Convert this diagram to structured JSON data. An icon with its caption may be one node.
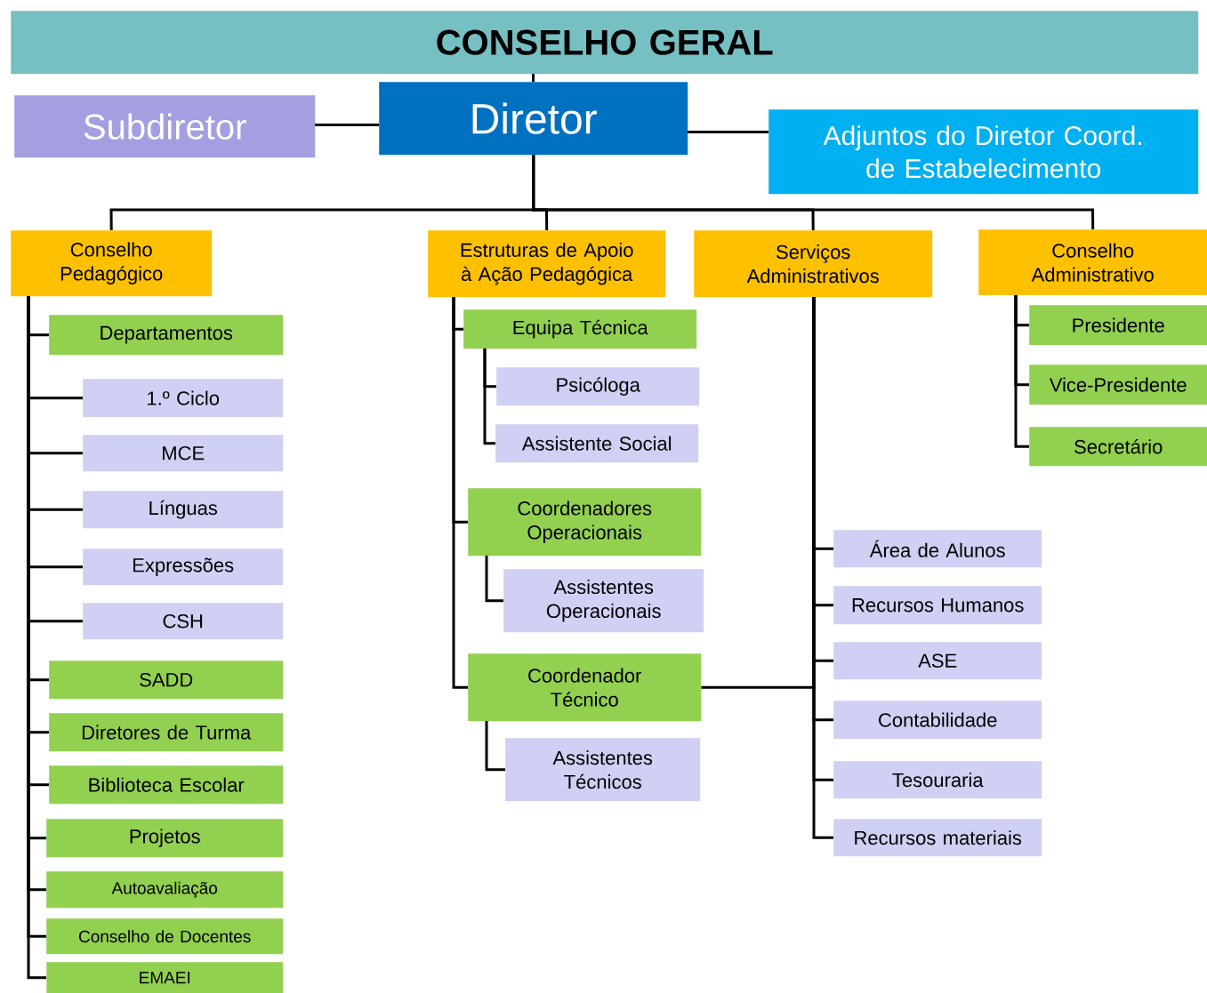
{
  "diagram": {
    "nodes": [
      {
        "text": [
          "CONSELHO GERAL"
        ]
      },
      {
        "text": [
          "Subdiretor"
        ]
      },
      {
        "text": [
          "Diretor"
        ]
      },
      {
        "text": [
          "Adjuntos do Diretor Coord. de Estabelecimento"
        ]
      },
      {
        "text": [
          "Conselho Pedagógico"
        ]
      },
      {
        "text": [
          "Estruturas de  Apoio à Ação Pedagógica"
        ]
      },
      {
        "text": [
          "Serviços Administrativos"
        ]
      },
      {
        "text": [
          "Conselho Administrativo"
        ]
      },
      {
        "text": [
          "Departamentos"
        ]
      },
      {
        "text": [
          "1.º Ciclo"
        ]
      },
      {
        "text": [
          "MCE"
        ]
      },
      {
        "text": [
          "Línguas"
        ]
      },
      {
        "text": [
          "Expressões"
        ]
      },
      {
        "text": [
          "CSH"
        ]
      },
      {
        "text": [
          "SADD"
        ]
      },
      {
        "text": [
          "Diretores de Turma"
        ]
      },
      {
        "text": [
          "Biblioteca Escolar"
        ]
      },
      {
        "text": [
          "Projetos"
        ]
      },
      {
        "text": [
          "Autoavaliação"
        ]
      },
      {
        "text": [
          "Conselho de Docentes"
        ]
      },
      {
        "text": [
          "EMAEI"
        ]
      },
      {
        "text": [
          "Equipa Técnica"
        ]
      },
      {
        "text": [
          "Psicóloga"
        ]
      },
      {
        "text": [
          "Assistente Social"
        ]
      },
      {
        "text": [
          "Coordenadores Operacionais"
        ]
      },
      {
        "text": [
          "Assistentes Operacionais"
        ]
      },
      {
        "text": [
          "Coordenador Técnico"
        ]
      },
      {
        "text": [
          "Assistentes Técnicos"
        ]
      },
      {
        "text": [
          "Área de Alunos"
        ]
      },
      {
        "text": [
          "Recursos Humanos"
        ]
      },
      {
        "text": [
          "ASE"
        ]
      },
      {
        "text": [
          "Contabilidade"
        ]
      },
      {
        "text": [
          "Tesouraria"
        ]
      },
      {
        "text": [
          "Recursos materiais"
        ]
      },
      {
        "text": [
          "Presidente"
        ]
      },
      {
        "text": [
          "Vice-Presidente"
        ]
      },
      {
        "text": [
          "Secretário"
        ]
      }
    ],
    "edges": [
      {
        "from": 0,
        "to": 2,
        "arrow": "none"
      },
      {
        "from": 2,
        "to": 1,
        "arrow": "none"
      },
      {
        "from": 2,
        "to": 3,
        "arrow": "none"
      },
      {
        "from": 2,
        "to": 4,
        "arrow": "none"
      },
      {
        "from": 2,
        "to": 5,
        "arrow": "none"
      },
      {
        "from": 2,
        "to": 6,
        "arrow": "none"
      },
      {
        "from": 2,
        "to": 7,
        "arrow": "none"
      },
      {
        "from": 4,
        "to": 8,
        "arrow": "none"
      },
      {
        "from": 4,
        "to": 9,
        "arrow": "none"
      },
      {
        "from": 4,
        "to": 10,
        "arrow": "none"
      },
      {
        "from": 4,
        "to": 11,
        "arrow": "none"
      },
      {
        "from": 4,
        "to": 12,
        "arrow": "none"
      },
      {
        "from": 4,
        "to": 13,
        "arrow": "none"
      },
      {
        "from": 4,
        "to": 14,
        "arrow": "none"
      },
      {
        "from": 4,
        "to": 15,
        "arrow": "none"
      },
      {
        "from": 4,
        "to": 16,
        "arrow": "none"
      },
      {
        "from": 4,
        "to": 17,
        "arrow": "none"
      },
      {
        "from": 4,
        "to": 18,
        "arrow": "none"
      },
      {
        "from": 4,
        "to": 19,
        "arrow": "none"
      },
      {
        "from": 4,
        "to": 20,
        "arrow": "none"
      },
      {
        "from": 5,
        "to": 21,
        "arrow": "none"
      },
      {
        "from": 21,
        "to": 22,
        "arrow": "none"
      },
      {
        "from": 21,
        "to": 23,
        "arrow": "none"
      },
      {
        "from": 5,
        "to": 24,
        "arrow": "none"
      },
      {
        "from": 24,
        "to": 25,
        "arrow": "none"
      },
      {
        "from": 5,
        "to": 26,
        "arrow": "none"
      },
      {
        "from": 26,
        "to": 27,
        "arrow": "none"
      },
      {
        "from": 26,
        "to": 6,
        "arrow": "none"
      },
      {
        "from": 6,
        "to": 28,
        "arrow": "none"
      },
      {
        "from": 6,
        "to": 29,
        "arrow": "none"
      },
      {
        "from": 6,
        "to": 30,
        "arrow": "none"
      },
      {
        "from": 6,
        "to": 31,
        "arrow": "none"
      },
      {
        "from": 6,
        "to": 32,
        "arrow": "none"
      },
      {
        "from": 6,
        "to": 33,
        "arrow": "none"
      },
      {
        "from": 7,
        "to": 34,
        "arrow": "none"
      },
      {
        "from": 7,
        "to": 35,
        "arrow": "none"
      },
      {
        "from": 7,
        "to": 36,
        "arrow": "none"
      }
    ]
  }
}
